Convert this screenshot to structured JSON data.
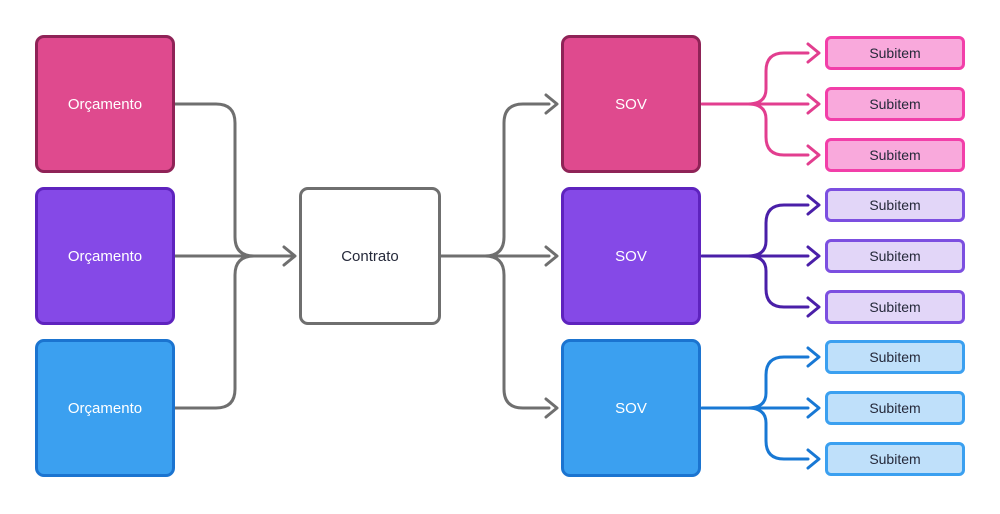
{
  "diagram": {
    "budgets": [
      "Orçamento",
      "Orçamento",
      "Orçamento"
    ],
    "contract": "Contrato",
    "sovs": [
      "SOV",
      "SOV",
      "SOV"
    ],
    "subitem_groups": [
      {
        "color": "pink",
        "items": [
          "Subitem",
          "Subitem",
          "Subitem"
        ]
      },
      {
        "color": "purple",
        "items": [
          "Subitem",
          "Subitem",
          "Subitem"
        ]
      },
      {
        "color": "blue",
        "items": [
          "Subitem",
          "Subitem",
          "Subitem"
        ]
      }
    ]
  },
  "colors": {
    "wire-gray": "#6F6F6F",
    "wire-pink": "#E23E8F",
    "wire-purple": "#4A1FA8",
    "wire-blue": "#1878D4",
    "node-pink-fill": "#DF4A8E",
    "node-pink-border": "#8F2357",
    "node-purple-fill": "#8549E7",
    "node-purple-border": "#5E23BE",
    "node-blue-fill": "#3BA0F0",
    "node-blue-border": "#1B74D0",
    "contract-fill": "#FFFFFF",
    "contract-border": "#6F6F6F",
    "subitem-pink-fill": "#F9A9DC",
    "subitem-pink-border": "#F23FA9",
    "subitem-purple-fill": "#E2D6F8",
    "subitem-purple-border": "#7C4FE0",
    "subitem-blue-fill": "#BFE0FA",
    "subitem-blue-border": "#3BA0F0",
    "text-light": "#FFFFFF",
    "text-dark": "#25293A"
  }
}
